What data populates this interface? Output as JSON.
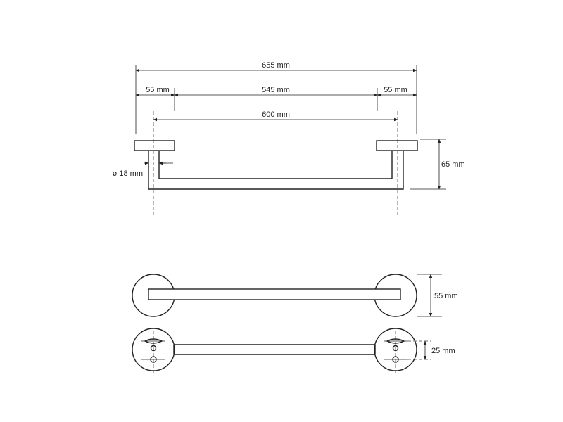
{
  "dimensions": {
    "overall_width": "655 mm",
    "flange_left": "55 mm",
    "inner_width": "545 mm",
    "flange_right": "55 mm",
    "center_distance": "600 mm",
    "tube_diameter": "ø 18 mm",
    "projection": "65 mm",
    "rosette_diameter": "55 mm",
    "screw_spacing": "25 mm"
  }
}
